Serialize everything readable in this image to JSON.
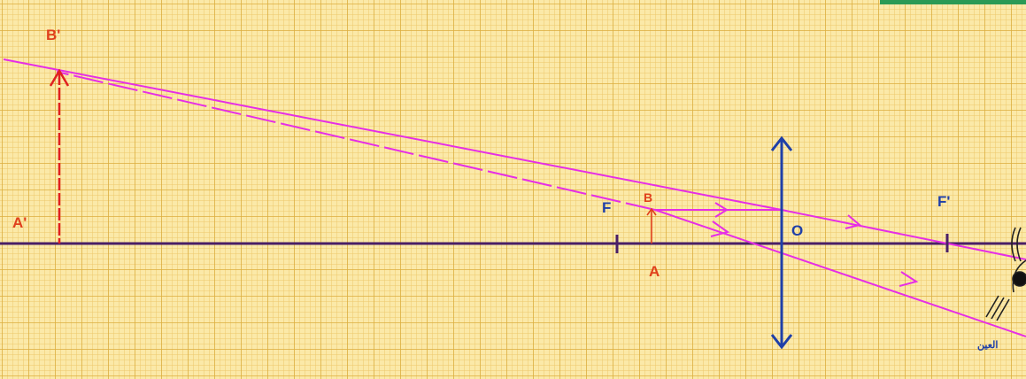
{
  "labels": {
    "image_top": "B'",
    "image_base": "A'",
    "object_top": "B",
    "object_base": "A",
    "focus_object": "F",
    "focus_image": "F'",
    "center": "O",
    "eye": "العين"
  },
  "colors": {
    "paper": "#fbe9a8",
    "grid_minor": "#ecc76a",
    "grid_major": "#dcae3e",
    "axis": "#4a1f66",
    "ray": "#e62ee6",
    "lens": "#1f3fa8",
    "red_label": "#e0401c",
    "object_arrow": "#e0401c",
    "image_arrow": "#e02020",
    "eye": "#222222"
  },
  "icons": {
    "eye": "eye-icon",
    "ray_direction": "arrowhead-icon"
  }
}
